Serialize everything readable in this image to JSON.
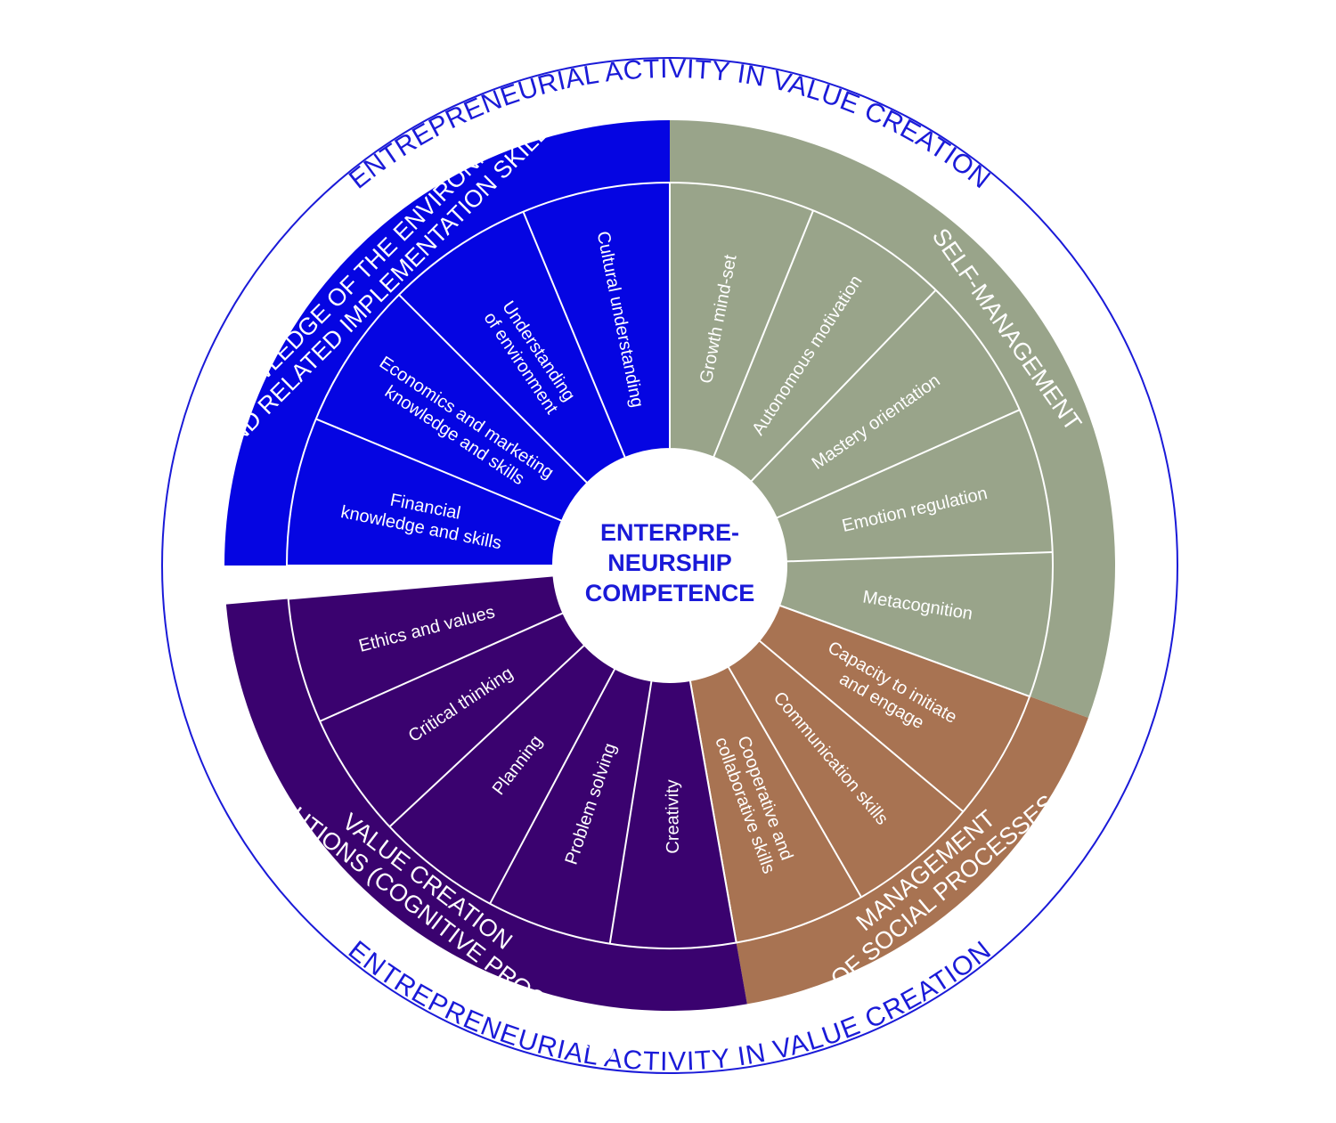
{
  "outer_ring": {
    "top_text": "ENTREPRENEURIAL ACTIVITY IN VALUE CREATION",
    "bottom_text": "ENTREPRENEURIAL ACTIVITY IN VALUE CREATION",
    "color": "#1a1ad8"
  },
  "center": {
    "lines": [
      "ENTERPRE-",
      "NEURSHIP",
      "COMPETENCE"
    ],
    "color": "#1a1ad8"
  },
  "groups": [
    {
      "id": "knowledge",
      "title_lines": [
        "KNOWLEDGE OF THE ENVIRONMENT",
        "AND RELATED IMPLEMENTATION SKILLS"
      ],
      "color": "#0505e2",
      "items": [
        [
          "Financial",
          "knowledge and skills"
        ],
        [
          "Economics and marketing",
          "knowledge and skills"
        ],
        [
          "Understanding",
          "of environment"
        ],
        [
          "Cultural understanding"
        ]
      ]
    },
    {
      "id": "self",
      "title_lines": [
        "SELF-MANAGEMENT"
      ],
      "color": "#99a48a",
      "items": [
        [
          "Growth mind-set"
        ],
        [
          "Autonomous motivation"
        ],
        [
          "Mastery orientation"
        ],
        [
          "Emotion regulation"
        ],
        [
          "Metacognition"
        ]
      ]
    },
    {
      "id": "social",
      "title_lines": [
        "MANAGEMENT",
        "OF SOCIAL PROCESSES"
      ],
      "color": "#a87352",
      "items": [
        [
          "Capacity to initiate",
          "and engage"
        ],
        [
          "Communication skills"
        ],
        [
          "Cooperative and",
          "collaborative skills"
        ]
      ]
    },
    {
      "id": "value",
      "title_lines": [
        "VALUE CREATION",
        "AND SOLUTIONS (COGNITIVE PROCESSES)"
      ],
      "color": "#3a026f",
      "items": [
        [
          "Creativity"
        ],
        [
          "Problem solving"
        ],
        [
          "Planning"
        ],
        [
          "Critical thinking"
        ],
        [
          "Ethics and values"
        ]
      ]
    }
  ]
}
